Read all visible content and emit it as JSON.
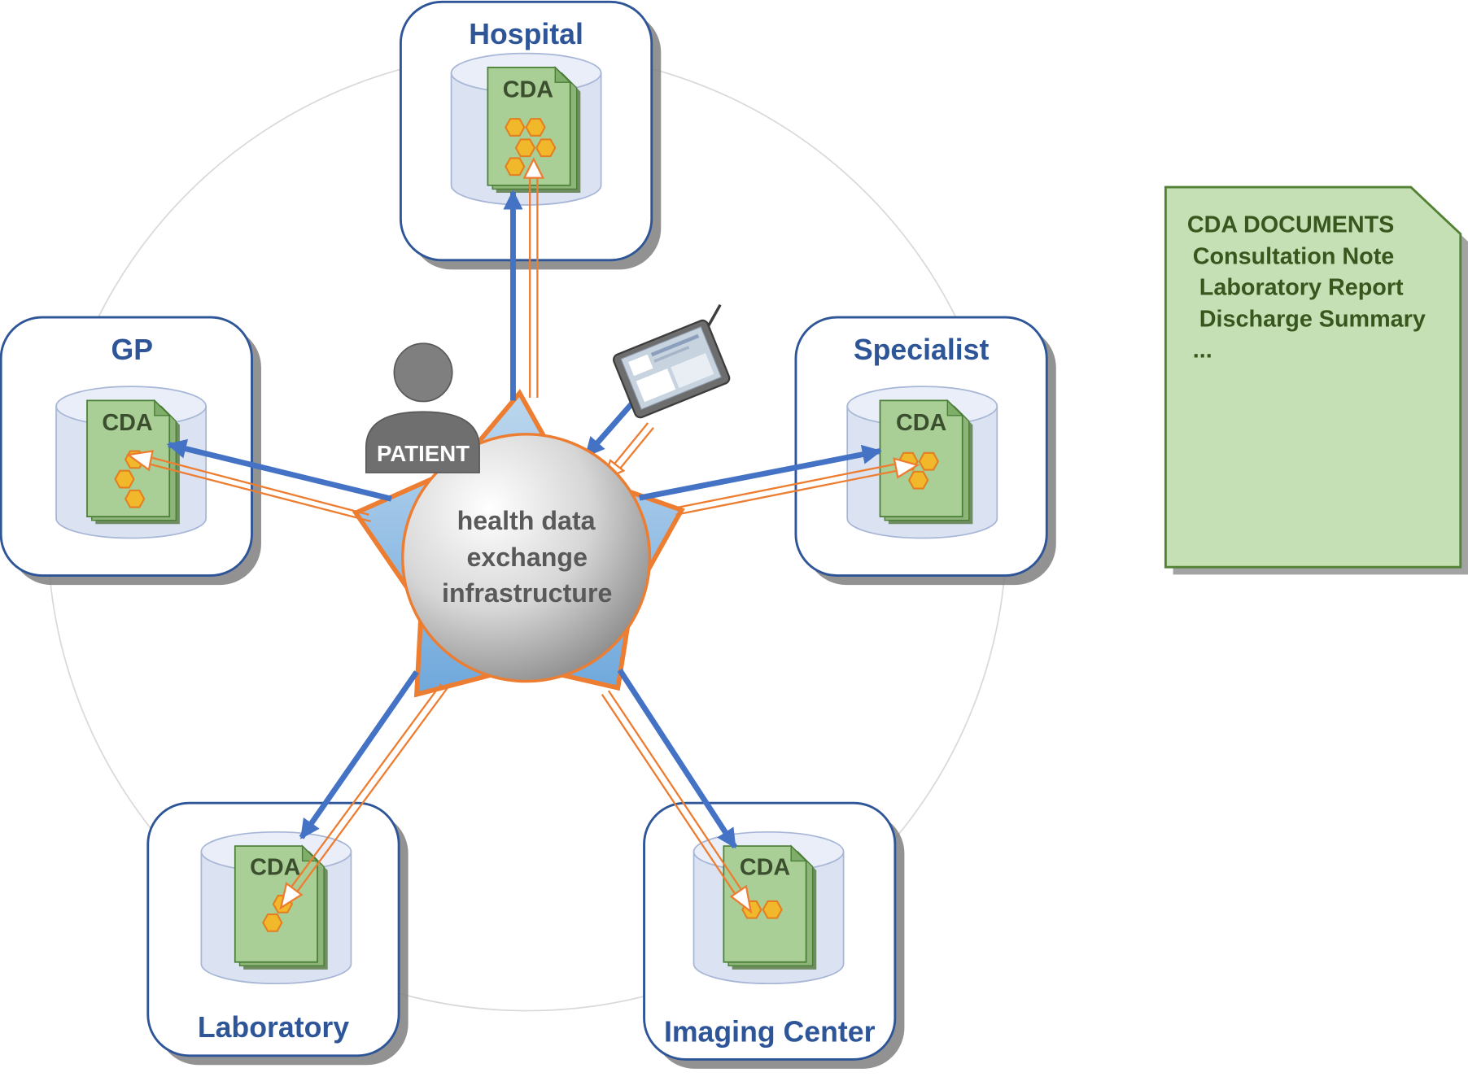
{
  "nodes": {
    "hospital": {
      "title": "Hospital",
      "doc_label": "CDA"
    },
    "gp": {
      "title": "GP",
      "doc_label": "CDA"
    },
    "specialist": {
      "title": "Specialist",
      "doc_label": "CDA"
    },
    "laboratory": {
      "title": "Laboratory",
      "doc_label": "CDA"
    },
    "imaging_center": {
      "title": "Imaging Center",
      "doc_label": "CDA"
    }
  },
  "hub": {
    "lines": [
      "health data",
      "exchange",
      "infrastructure"
    ]
  },
  "patient": {
    "label": "PATIENT"
  },
  "note": {
    "title": "CDA DOCUMENTS",
    "items": [
      "Consultation Note",
      "Laboratory Report",
      "Discharge Summary",
      "..."
    ]
  },
  "colors": {
    "blue_arrow": "#4472c4",
    "orange_arrow": "#ed7d31",
    "node_title": "#2e5597",
    "note_fill": "#c5e0b4",
    "star_fill": "#9dc3e6"
  }
}
